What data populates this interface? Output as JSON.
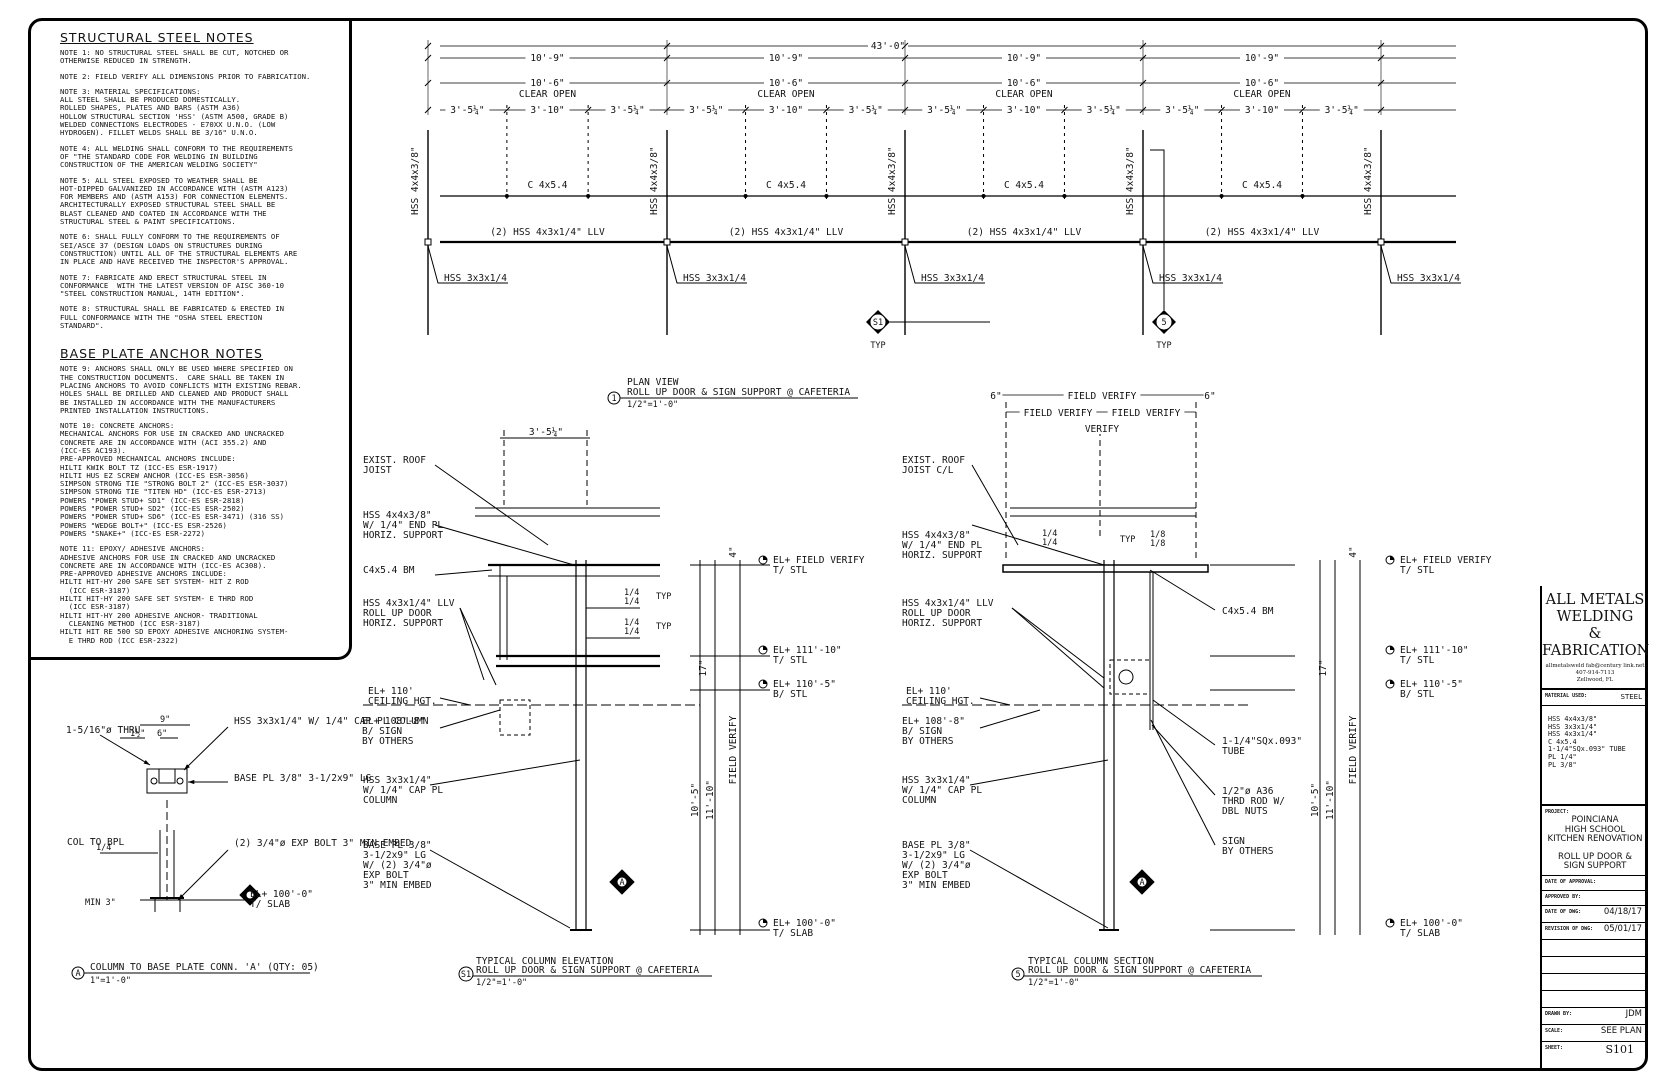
{
  "structural_notes": {
    "title": "STRUCTURAL STEEL NOTES",
    "notes": [
      "NOTE 1: NO STRUCTURAL STEEL SHALL BE CUT, NOTCHED OR\nOTHERWISE REDUCED IN STRENGTH.",
      "NOTE 2: FIELD VERIFY ALL DIMENSIONS PRIOR TO FABRICATION.",
      "NOTE 3: MATERIAL SPECIFICATIONS:\nALL STEEL SHALL BE PRODUCED DOMESTICALLY.\nROLLED SHAPES, PLATES AND BARS (ASTM A36)\nHOLLOW STRUCTURAL SECTION 'HSS' (ASTM A500, GRADE B)\nWELDED CONNECTIONS ELECTRODES - E70XX U.N.O. (LOW\nHYDROGEN). FILLET WELDS SHALL BE 3/16\" U.N.O.",
      "NOTE 4: ALL WELDING SHALL CONFORM TO THE REQUIREMENTS\nOF \"THE STANDARD CODE FOR WELDING IN BUILDING\nCONSTRUCTION OF THE AMERICAN WELDING SOCIETY\"",
      "NOTE 5: ALL STEEL EXPOSED TO WEATHER SHALL BE\nHOT-DIPPED GALVANIZED IN ACCORDANCE WITH (ASTM A123)\nFOR MEMBERS AND (ASTM A153) FOR CONNECTION ELEMENTS.\nARCHITECTURALLY EXPOSED STRUCTURAL STEEL SHALL BE\nBLAST CLEANED AND COATED IN ACCORDANCE WITH THE\nSTRUCTURAL STEEL & PAINT SPECIFICATIONS.",
      "NOTE 6: SHALL FULLY CONFORM TO THE REQUIREMENTS OF\nSEI/ASCE 37 (DESIGN LOADS ON STRUCTURES DURING\nCONSTRUCTION) UNTIL ALL OF THE STRUCTURAL ELEMENTS ARE\nIN PLACE AND HAVE RECEIVED THE INSPECTOR'S APPROVAL.",
      "NOTE 7: FABRICATE AND ERECT STRUCTURAL STEEL IN\nCONFORMANCE  WITH THE LATEST VERSION OF AISC 360-10\n\"STEEL CONSTRUCTION MANUAL, 14TH EDITION\".",
      "NOTE 8: STRUCTURAL SHALL BE FABRICATED & ERECTED IN\nFULL CONFORMANCE WITH THE \"OSHA STEEL ERECTION\nSTANDARD\"."
    ]
  },
  "anchor_notes": {
    "title": "BASE PLATE ANCHOR NOTES",
    "notes": [
      "NOTE 9: ANCHORS SHALL ONLY BE USED WHERE SPECIFIED ON\nTHE CONSTRUCTION DOCUMENTS.  CARE SHALL BE TAKEN IN\nPLACING ANCHORS TO AVOID CONFLICTS WITH EXISTING REBAR.\nHOLES SHALL BE DRILLED AND CLEANED AND PRODUCT SHALL\nBE INSTALLED IN ACCORDANCE WITH THE MANUFACTURERS\nPRINTED INSTALLATION INSTRUCTIONS.",
      "NOTE 10: CONCRETE ANCHORS:\nMECHANICAL ANCHORS FOR USE IN CRACKED AND UNCRACKED\nCONCRETE ARE IN ACCORDANCE WITH (ACI 355.2) AND\n(ICC-ES AC193).\nPRE-APPROVED MECHANICAL ANCHORS INCLUDE:\nHILTI KWIK BOLT TZ (ICC-ES ESR-1917)\nHILTI HUS EZ SCREW ANCHOR (ICC-ES ESR-3056)\nSIMPSON STRONG TIE \"STRONG BOLT 2\" (ICC-ES ESR-3037)\nSIMPSON STRONG TIE \"TITEN HD\" (ICC-ES ESR-2713)\nPOWERS \"POWER STUD+ SD1\" (ICC-ES ESR-2818)\nPOWERS \"POWER STUD+ SD2\" (ICC-ES ESR-2502)\nPOWERS \"POWER STUD+ SD6\" (ICC-ES ESR-3471) (316 SS)\nPOWERS \"WEDGE BOLT+\" (ICC-ES ESR-2526)\nPOWERS \"SNAKE+\" (ICC-ES ESR-2272)",
      "NOTE 11: EPOXY/ ADHESIVE ANCHORS:\nADHESIVE ANCHORS FOR USE IN CRACKED AND UNCRACKED\nCONCRETE ARE IN ACCORDANCE WITH (ICC-ES AC308).\nPRE-APPROVED ADHESIVE ANCHORS INCLUDE:\nHILTI HIT-HY 200 SAFE SET SYSTEM- HIT Z ROD\n  (ICC ESR-3187)\nHILTI HIT-HY 200 SAFE SET SYSTEM- E THRD ROD\n  (ICC ESR-3187)\nHILTI HIT-HY 200 ADHESIVE ANCHOR- TRADITIONAL\n  CLEANING METHOD (ICC ESR-3187)\nHILTI HIT RE 500 SD EPOXY ADHESIVE ANCHORING SYSTEM-\n  E THRD ROD (ICC ESR-2322)"
    ]
  },
  "plan_view": {
    "overall_dim": "43'-0\"",
    "bay_dim": "10'-9\"",
    "clear_dim": "10'-6\"",
    "clear_label": "CLEAR OPEN",
    "sub_dims": [
      "3'-5¼\"",
      "3'-10\"",
      "3'-5¼\""
    ],
    "post_label": "HSS 4x4x3/8\"",
    "channel_label": "C 4x5.4",
    "beam_label": "(2) HSS 4x3x1/4\" LLV",
    "col_label": "HSS 3x3x1/4",
    "marks": [
      {
        "num": "S1",
        "typ": "TYP"
      },
      {
        "num": "5",
        "typ": "TYP"
      }
    ],
    "title": "PLAN VIEW",
    "subtitle": "ROLL UP DOOR & SIGN SUPPORT @ CAFETERIA",
    "scale": "1/2\"=1'-0\"",
    "num": "1"
  },
  "base_detail": {
    "labels": {
      "hole": "1-5/16\"ø\nTHRU",
      "dim_top": "9\"",
      "dim_mid": "6\"",
      "dim_edge": "1½\"",
      "col": "HSS 3x3x1/4\"\nW/ 1/4\" CAP PL\nCOLUMN",
      "plate": "BASE PL 3/8\"\n3-1/2x9\" LG",
      "col_to_bpl": "COL\nTO\nBPL",
      "weld": "1/4",
      "bolt": "(2) 3/4\"ø\nEXP BOLT\n3\" MIN EMBED",
      "el": "EL+ 100'-0\"",
      "el_sub": "T/ SLAB",
      "min": "MIN\n3\""
    },
    "title": "COLUMN TO BASE PLATE CONN. 'A'  (QTY: 05)",
    "scale": "1\"=1'-0\"",
    "num": "A"
  },
  "elevation": {
    "top_dim": "3'-5¼\"",
    "labels": [
      "EXIST. ROOF\nJOIST",
      "HSS 4x4x3/8\"\nW/ 1/4\" END PL\nHORIZ. SUPPORT",
      "C4x5.4 BM",
      "HSS 4x3x1/4\" LLV\nROLL UP DOOR\nHORIZ. SUPPORT",
      "EL+ 110'\nCEILING HGT.",
      "EL+ 108'-8\"\nB/ SIGN\nBY OTHERS",
      "HSS 3x3x1/4\"\nW/ 1/4\" CAP PL\nCOLUMN",
      "BASE PL 3/8\"\n3-1/2x9\" LG\nW/ (2) 3/4\"ø\nEXP BOLT\n3\" MIN EMBED"
    ],
    "welds": [
      "1/4",
      "1/4",
      "TYP"
    ],
    "elevs": [
      [
        "EL+ FIELD VERIFY",
        "T/ STL"
      ],
      [
        "EL+ 111'-10\"",
        "T/ STL"
      ],
      [
        "EL+ 110'-5\"",
        "B/ STL"
      ],
      [
        "EL+ 100'-0\"",
        "T/ SLAB"
      ]
    ],
    "vdims": [
      "4\"",
      "17\"",
      "10'-5\"",
      "11'-10\"",
      "FIELD VERIFY"
    ],
    "mark": "A",
    "title": "TYPICAL COLUMN ELEVATION",
    "subtitle": "ROLL UP DOOR & SIGN SUPPORT @ CAFETERIA",
    "scale": "1/2\"=1'-0\"",
    "num": "S1"
  },
  "section": {
    "top_dims": [
      "6\"",
      "FIELD VERIFY",
      "6\"",
      "FIELD VERIFY",
      "FIELD VERIFY",
      "VERIFY"
    ],
    "labels": [
      "EXIST. ROOF\nJOIST C/L",
      "HSS 4x4x3/8\"\nW/ 1/4\" END PL\nHORIZ. SUPPORT",
      "HSS 4x3x1/4\" LLV\nROLL UP DOOR\nHORIZ. SUPPORT",
      "EL+ 110'\nCEILING HGT.",
      "EL+ 108'-8\"\nB/ SIGN\nBY OTHERS",
      "HSS 3x3x1/4\"\nW/ 1/4\" CAP PL\nCOLUMN",
      "BASE PL 3/8\"\n3-1/2x9\" LG\nW/ (2) 3/4\"ø\nEXP BOLT\n3\" MIN EMBED"
    ],
    "right_labels": [
      "C4x5.4 BM",
      "1-1/4\"SQx.093\"\nTUBE",
      "1/2\"ø A36\nTHRD ROD W/\nDBL NUTS",
      "SIGN\nBY OTHERS"
    ],
    "welds": [
      "1/4",
      "1/4",
      "TYP",
      "1/8",
      "1/8"
    ],
    "elevs": [
      [
        "EL+ FIELD VERIFY",
        "T/ STL"
      ],
      [
        "EL+ 111'-10\"",
        "T/ STL"
      ],
      [
        "EL+ 110'-5\"",
        "B/ STL"
      ],
      [
        "EL+ 100'-0\"",
        "T/ SLAB"
      ]
    ],
    "vdims": [
      "4\"",
      "17\"",
      "10'-5\"",
      "11'-10\"",
      "FIELD VERIFY"
    ],
    "mark": "A",
    "title": "TYPICAL COLUMN SECTION",
    "subtitle": "ROLL UP DOOR & SIGN SUPPORT @ CAFETERIA",
    "scale": "1/2\"=1'-0\"",
    "num": "5"
  },
  "title_block": {
    "company": "ALL METALS\nWELDING\n&\nFABRICATION",
    "contact": "allmetalsweld fab@century link.net\n407-914-7113\nZellwood, FL",
    "material_key": "MATERIAL USED:",
    "material_val": "STEEL",
    "materials": "HSS 4x4x3/8\"\nHSS 3x3x1/4\"\nHSS 4x3x1/4\"\nC 4x5.4\n1-1/4\"SQx.093\" TUBE\nPL 1/4\"\nPL 3/8\"",
    "project_key": "PROJECT:",
    "project": "POINCIANA\nHIGH SCHOOL\nKITCHEN RENOVATION",
    "project_title": "ROLL UP DOOR &\nSIGN SUPPORT",
    "approval_key": "DATE OF APPROVAL:",
    "approved_key": "APPROVED BY:",
    "date_key": "DATE OF DWG:",
    "date_val": "04/18/17",
    "rev_key": "REVISION OF DWG:",
    "rev_val": "05/01/17",
    "drawn_key": "DRAWN BY:",
    "drawn_val": "JDM",
    "scale_key": "SCALE:",
    "scale_val": "SEE PLAN",
    "sheet_key": "SHEET:",
    "sheet_val": "S101"
  }
}
